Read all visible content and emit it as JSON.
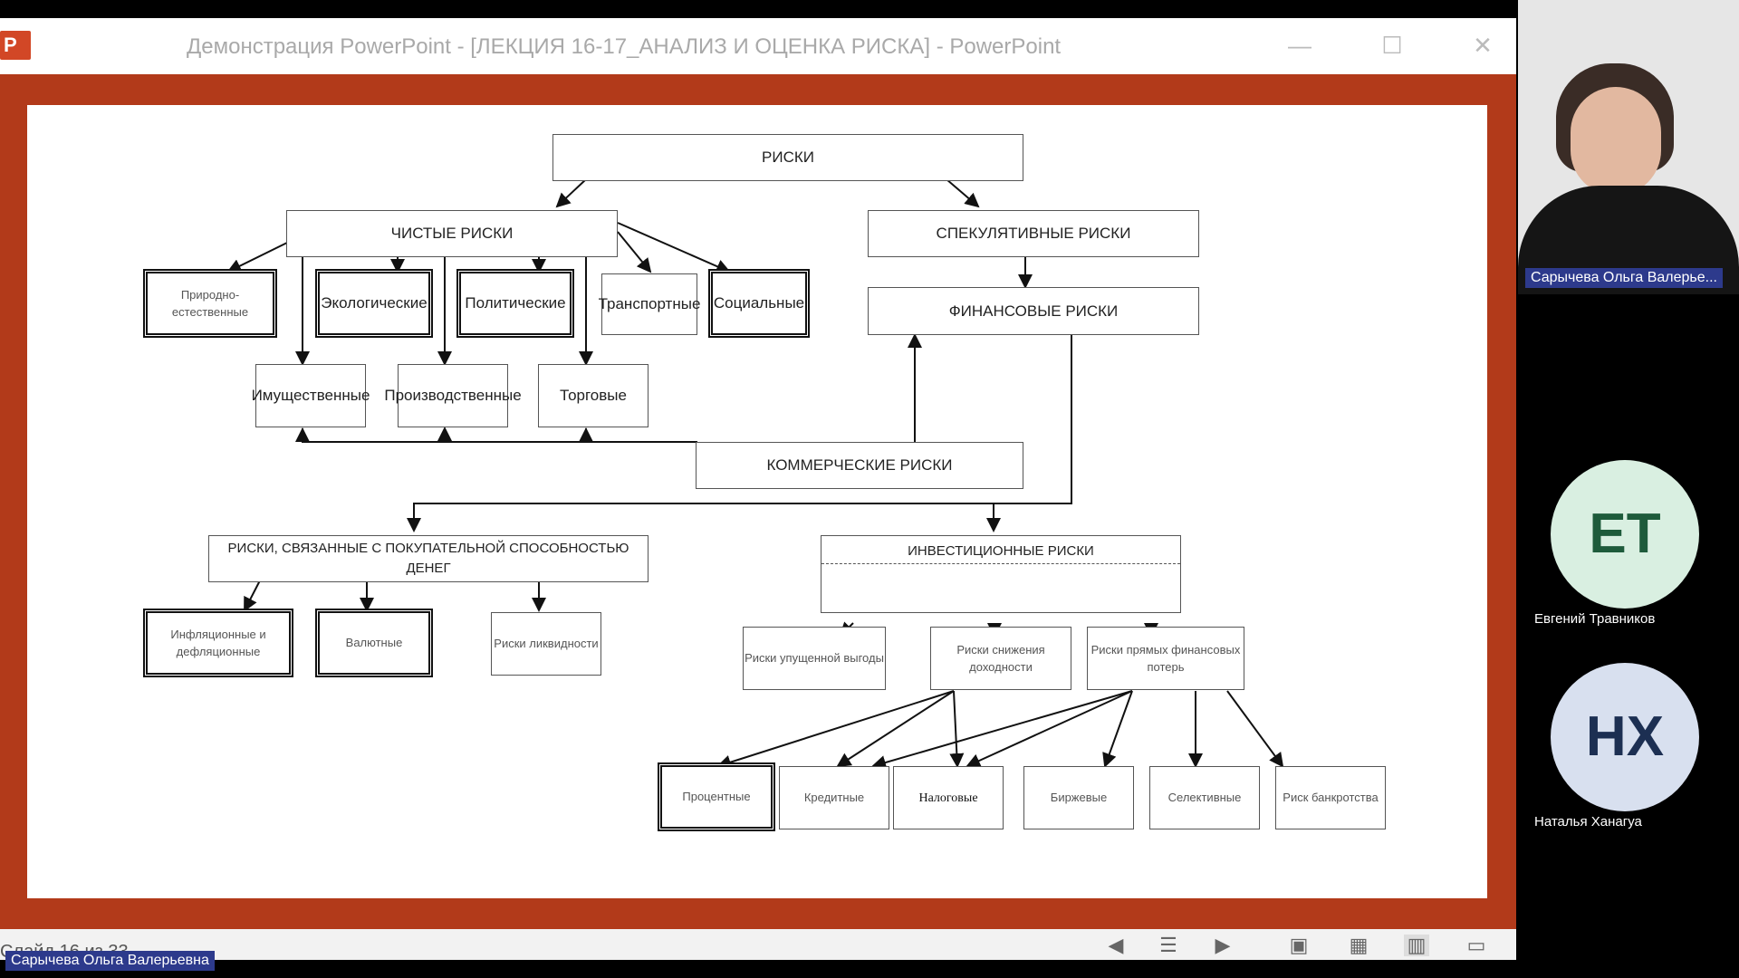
{
  "window": {
    "title": "Демонстрация PowerPoint - [ЛЕКЦИЯ 16-17_АНАЛИЗ И ОЦЕНКА РИСКА] - PowerPoint",
    "minimize": "—",
    "maximize": "☐",
    "close": "✕"
  },
  "diagram": {
    "root": "РИСКИ",
    "pure": "ЧИСТЫЕ РИСКИ",
    "speculative": "СПЕКУЛЯТИВНЫЕ РИСКИ",
    "financial": "ФИНАНСОВЫЕ РИСКИ",
    "commercial": "КОММЕРЧЕСКИЕ РИСКИ",
    "natural": "Природно-естественные",
    "ecological": "Экологические",
    "political": "Политические",
    "transport": "Транспортные",
    "social": "Социальные",
    "property": "Имущественные",
    "production": "Производственные",
    "trade": "Торговые",
    "purchasing": "РИСКИ, СВЯЗАННЫЕ С ПОКУПАТЕЛЬНОЙ СПОСОБНОСТЬЮ ДЕНЕГ",
    "investment": "ИНВЕСТИЦИОННЫЕ РИСКИ",
    "inflation": "Инфляционные и дефляционные",
    "currency": "Валютные",
    "liquidity": "Риски ликвидности",
    "lost_profit": "Риски упущенной выгоды",
    "yield_decrease": "Риски снижения доходности",
    "direct_loss": "Риски прямых финансовых потерь",
    "interest": "Процентные",
    "credit": "Кредитные",
    "tax": "Налоговые",
    "exchange": "Биржевые",
    "selective": "Селективные",
    "bankruptcy": "Риск банкротства"
  },
  "statusbar": {
    "slide_counter": "Слайд 16 из 33"
  },
  "presenter_label": "Сарычева Ольга Валерьевна",
  "participants": [
    {
      "video_label": "Сарычева Ольга Валерье...",
      "initials": "",
      "name": ""
    },
    {
      "initials": "ЕТ",
      "name": "Евгений Травников",
      "color": "#d9efe1",
      "text_color": "#1e5b3b"
    },
    {
      "initials": "НХ",
      "name": "Наталья Ханагуа",
      "color": "#d8e0ef",
      "text_color": "#1c2f52"
    }
  ]
}
